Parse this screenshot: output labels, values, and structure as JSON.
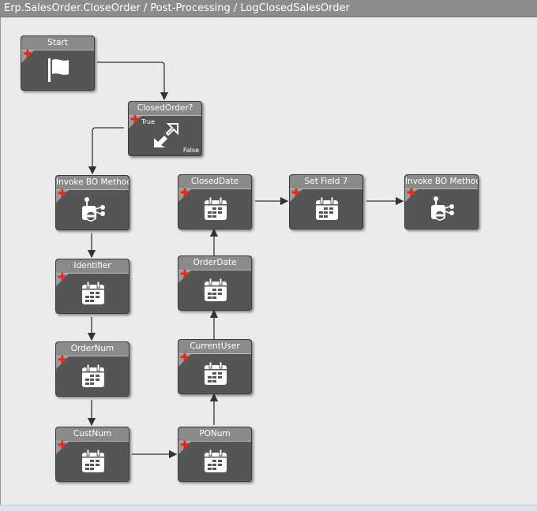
{
  "title": "Erp.SalesOrder.CloseOrder / Post-Processing / LogClosedSalesOrder",
  "nodes": [
    {
      "id": "start",
      "label": "Start",
      "icon": "flag-icon"
    },
    {
      "id": "closedorder",
      "label": "ClosedOrder?",
      "icon": "condition-arrows-icon",
      "true_label": "True",
      "false_label": "False"
    },
    {
      "id": "invoke1",
      "label": "Invoke BO Method",
      "icon": "invoke-bo-method-icon"
    },
    {
      "id": "identifier",
      "label": "Identifier",
      "icon": "calendar-icon"
    },
    {
      "id": "ordernum",
      "label": "OrderNum",
      "icon": "calendar-icon"
    },
    {
      "id": "custnum",
      "label": "CustNum",
      "icon": "calendar-icon"
    },
    {
      "id": "ponum",
      "label": "PONum",
      "icon": "calendar-icon"
    },
    {
      "id": "currentuser",
      "label": "CurrentUser",
      "icon": "calendar-icon"
    },
    {
      "id": "orderdate",
      "label": "OrderDate",
      "icon": "calendar-icon"
    },
    {
      "id": "closeddate",
      "label": "ClosedDate",
      "icon": "calendar-icon"
    },
    {
      "id": "setfield7",
      "label": "Set Field 7",
      "icon": "calendar-icon"
    },
    {
      "id": "invoke2",
      "label": "Invoke BO Method",
      "icon": "invoke-bo-method-icon"
    }
  ]
}
